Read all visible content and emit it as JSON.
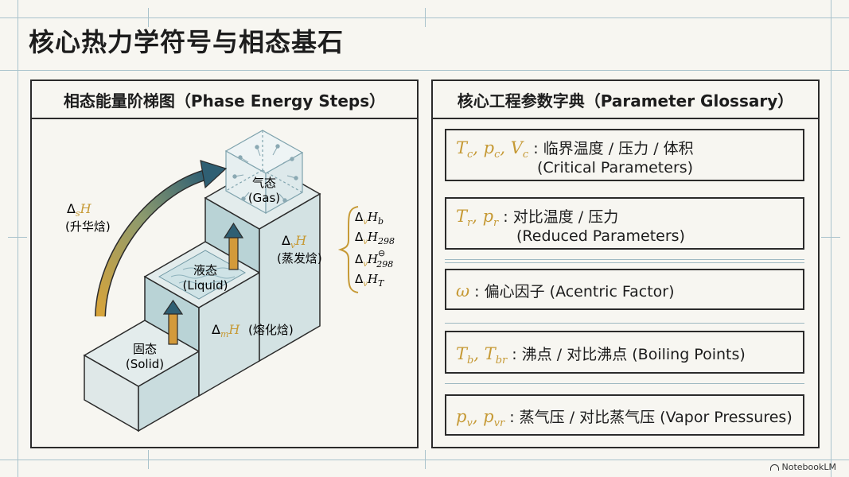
{
  "title": "核心热力学符号与相态基石",
  "left_panel": {
    "title": "相态能量阶梯图（Phase Energy Steps）",
    "states": {
      "solid": {
        "cn": "固态",
        "en": "(Solid)"
      },
      "liquid": {
        "cn": "液态",
        "en": "(Liquid)"
      },
      "gas": {
        "cn": "气态",
        "en": "(Gas)"
      }
    },
    "arrows": {
      "sublimation": {
        "symbol": "H",
        "sub": "s",
        "label": "(升华焓)"
      },
      "fusion": {
        "symbol": "H",
        "sub": "m",
        "label": "(熔化焓)"
      },
      "vaporization": {
        "symbol": "H",
        "sub": "v",
        "label": "(蒸发焓)"
      }
    },
    "vap_variants": [
      "b",
      "298",
      "298",
      "T"
    ]
  },
  "right_panel": {
    "title": "核心工程参数字典（Parameter Glossary）",
    "items": [
      {
        "symbol_html": "T<sub>c</sub>, p<sub>c</sub>, V<sub>c</sub>",
        "text": ": 临界温度 / 压力 / 体积",
        "text2": "(Critical Parameters)"
      },
      {
        "symbol_html": "T<sub>r</sub>, p<sub>r</sub>",
        "text": ": 对比温度 / 压力",
        "text2": "(Reduced Parameters)"
      },
      {
        "symbol_html": "ω",
        "text": ": 偏心因子 (Acentric Factor)"
      },
      {
        "symbol_html": "T<sub>b</sub>, T<sub>br</sub>",
        "text": ": 沸点 / 对比沸点 (Boiling Points)"
      },
      {
        "symbol_html": "p<sub>v</sub>, p<sub>vr</sub>",
        "text": ": 蒸气压 / 对比蒸气压 (Vapor Pressures)"
      }
    ]
  },
  "brand": "NotebookLM",
  "colors": {
    "accent": "#c69a36",
    "teal": "#2f5f73",
    "tread": "#dfe9ea",
    "riser": "#b9d3d6"
  }
}
